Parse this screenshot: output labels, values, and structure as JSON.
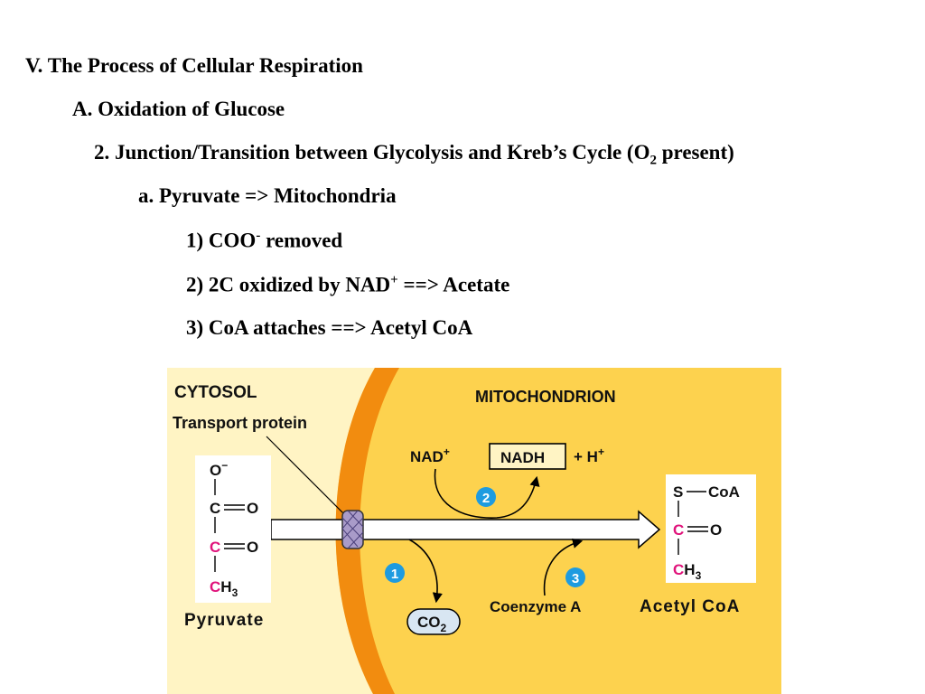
{
  "outline": {
    "l1": "V. The Process of Cellular Respiration",
    "l2": "A. Oxidation of Glucose",
    "l3_pre": "2. Junction/Transition between Glycolysis and Kreb’s Cycle (O",
    "l3_sub": "2",
    "l3_post": " present)",
    "l4": "a. Pyruvate => Mitochondria",
    "l5_pre": "1) COO",
    "l5_sup": "-",
    "l5_post": "  removed",
    "l6_pre": "2) 2C oxidized by NAD",
    "l6_sup": "+",
    "l6_post": " ==> Acetate",
    "l7": "3) CoA attaches ==> Acetyl CoA"
  },
  "figure": {
    "colors": {
      "cytosol": "#FFF4C4",
      "mitochondrion": "#FDD24E",
      "membrane": "#F28C0F",
      "protein": "#A99BC9",
      "step_badge": "#1E9BE0",
      "carbon_highlight": "#E0137B"
    },
    "cytosol_label": "CYTOSOL",
    "mito_label": "MITOCHONDRION",
    "transport_label": "Transport protein",
    "nad": "NAD",
    "nad_sup": "+",
    "nadh": "NADH",
    "h_plus": "+ H",
    "h_sup": "+",
    "steps": [
      "1",
      "2",
      "3"
    ],
    "co2": "CO",
    "co2_sub": "2",
    "coenzyme": "Coenzyme A",
    "pyruvate": {
      "label": "Pyruvate",
      "o_minus": "O",
      "o_minus_sup": "−",
      "c": "C",
      "o": "O",
      "h3": "H",
      "h3_sub": "3"
    },
    "acetyl": {
      "label": "Acetyl CoA",
      "s": "S",
      "coa": "CoA",
      "c": "C",
      "o": "O",
      "h3": "H",
      "h3_sub": "3"
    }
  }
}
